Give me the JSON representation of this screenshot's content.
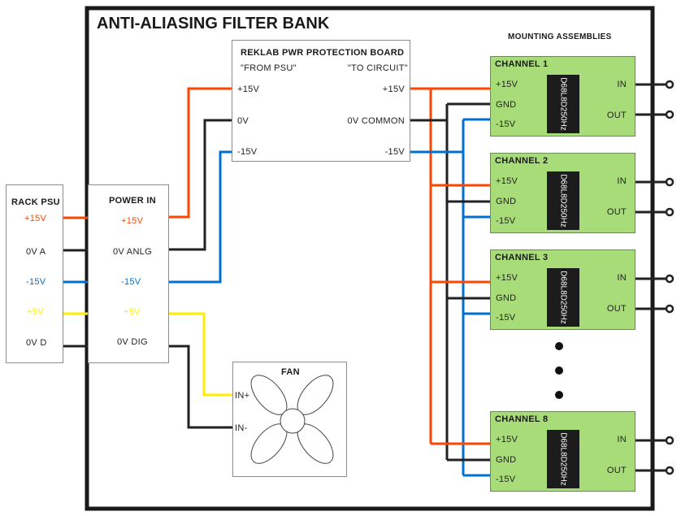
{
  "title": "ANTI-ALIASING FILTER BANK",
  "colors": {
    "pos15": "#ff4500",
    "gnd": "#222222",
    "neg15": "#0070d0",
    "pos5": "#ffee00",
    "channel_fill": "#a8dc78",
    "chip": "#1c1c1c"
  },
  "rack_psu": {
    "title": "RACK PSU",
    "pins": [
      "+15V",
      "0V A",
      "-15V",
      "+5V",
      "0V D"
    ]
  },
  "power_in": {
    "title": "POWER IN",
    "pins": [
      "+15V",
      "0V ANLG",
      "-15V",
      "+5V",
      "0V DIG"
    ]
  },
  "protection_board": {
    "title": "REKLAB PWR PROTECTION BOARD",
    "from_label": "\"FROM PSU\"",
    "to_label": "\"TO CIRCUIT\"",
    "inputs": [
      "+15V",
      "0V",
      "-15V"
    ],
    "outputs": [
      "+15V",
      "0V COMMON",
      "-15V"
    ]
  },
  "fan": {
    "title": "FAN",
    "pins": [
      "IN+",
      "IN-"
    ]
  },
  "mounting": {
    "title": "MOUNTING ASSEMBLIES",
    "channels": [
      {
        "name": "CHANNEL 1",
        "chip": "D68L8D250Hz",
        "pins": [
          "+15V",
          "GND",
          "-15V"
        ],
        "io": [
          "IN",
          "OUT"
        ]
      },
      {
        "name": "CHANNEL 2",
        "chip": "D68L8D250Hz",
        "pins": [
          "+15V",
          "GND",
          "-15V"
        ],
        "io": [
          "IN",
          "OUT"
        ]
      },
      {
        "name": "CHANNEL 3",
        "chip": "D68L8D250Hz",
        "pins": [
          "+15V",
          "GND",
          "-15V"
        ],
        "io": [
          "IN",
          "OUT"
        ]
      },
      {
        "name": "CHANNEL 8",
        "chip": "D68L8D250Hz",
        "pins": [
          "+15V",
          "GND",
          "-15V"
        ],
        "io": [
          "IN",
          "OUT"
        ]
      }
    ]
  }
}
